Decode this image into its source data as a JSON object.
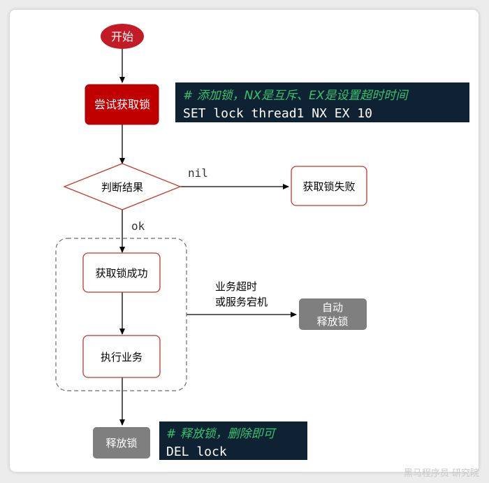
{
  "colors": {
    "start_fill": "#c21b25",
    "try_fill": "#c00000",
    "red_stroke": "#c0392b",
    "gray_fill": "#7f7f7f",
    "code_bg": "#0f2233",
    "comment": "#35c46a",
    "code_text": "#ffffff",
    "line": "#000000",
    "dash": "#6b6b6b"
  },
  "nodes": {
    "start": "开始",
    "try_lock": "尝试获取锁",
    "judge": "判断结果",
    "fail": "获取锁失败",
    "success": "获取锁成功",
    "execute": "执行业务",
    "auto_release": [
      "自动",
      "释放锁"
    ],
    "release": "释放锁"
  },
  "edge_labels": {
    "nil": "nil",
    "ok": "ok",
    "timeout": [
      "业务超时",
      "或服务宕机"
    ]
  },
  "code_blocks": {
    "set": {
      "comment": "#  添加锁，NX是互斥、EX是设置超时时间",
      "command": "SET lock thread1 NX EX 10"
    },
    "del": {
      "comment": "#  释放锁，删除即可",
      "command": "DEL lock"
    }
  },
  "watermark": "黑马程序员·研究院"
}
